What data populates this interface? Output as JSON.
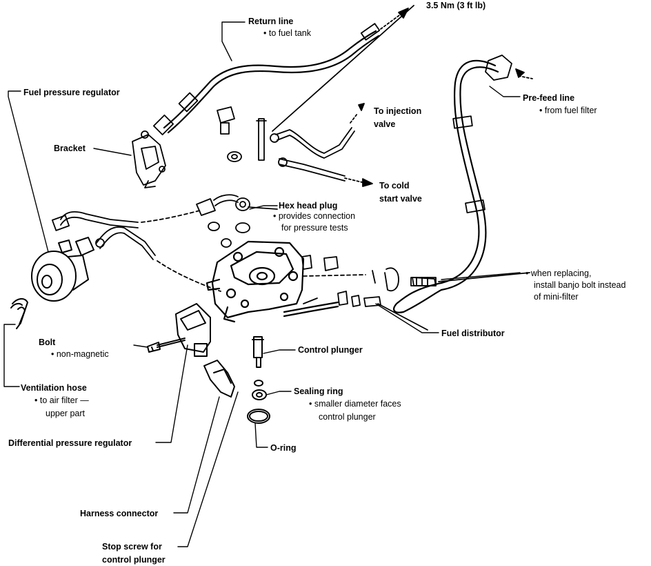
{
  "labels": {
    "torque": "3.5 Nm (3 ft lb)",
    "return_line": "Return line",
    "return_line_note": "to fuel tank",
    "fuel_pressure_regulator": "Fuel pressure regulator",
    "to_injection_valve_1": "To injection",
    "to_injection_valve_2": "valve",
    "pre_feed_line": "Pre-feed line",
    "pre_feed_line_note": "from fuel filter",
    "bracket": "Bracket",
    "to_cold_start_valve_1": "To cold",
    "to_cold_start_valve_2": "start valve",
    "hex_head_plug": "Hex head plug",
    "hex_head_plug_note_1": "provides connection",
    "hex_head_plug_note_2": "for pressure tests",
    "banjo_note_1": "when replacing,",
    "banjo_note_2": "install banjo bolt instead",
    "banjo_note_3": "of mini-filter",
    "fuel_distributor": "Fuel distributor",
    "bolt": "Bolt",
    "bolt_note": "non-magnetic",
    "control_plunger": "Control plunger",
    "ventilation_hose": "Ventilation hose",
    "ventilation_hose_note_1": "to air filter —",
    "ventilation_hose_note_2": "upper part",
    "sealing_ring": "Sealing ring",
    "sealing_ring_note_1": "smaller diameter faces",
    "sealing_ring_note_2": "control plunger",
    "differential_pressure_regulator": "Differential pressure regulator",
    "o_ring": "O-ring",
    "harness_connector": "Harness connector",
    "stop_screw_1": "Stop screw for",
    "stop_screw_2": "control plunger"
  }
}
